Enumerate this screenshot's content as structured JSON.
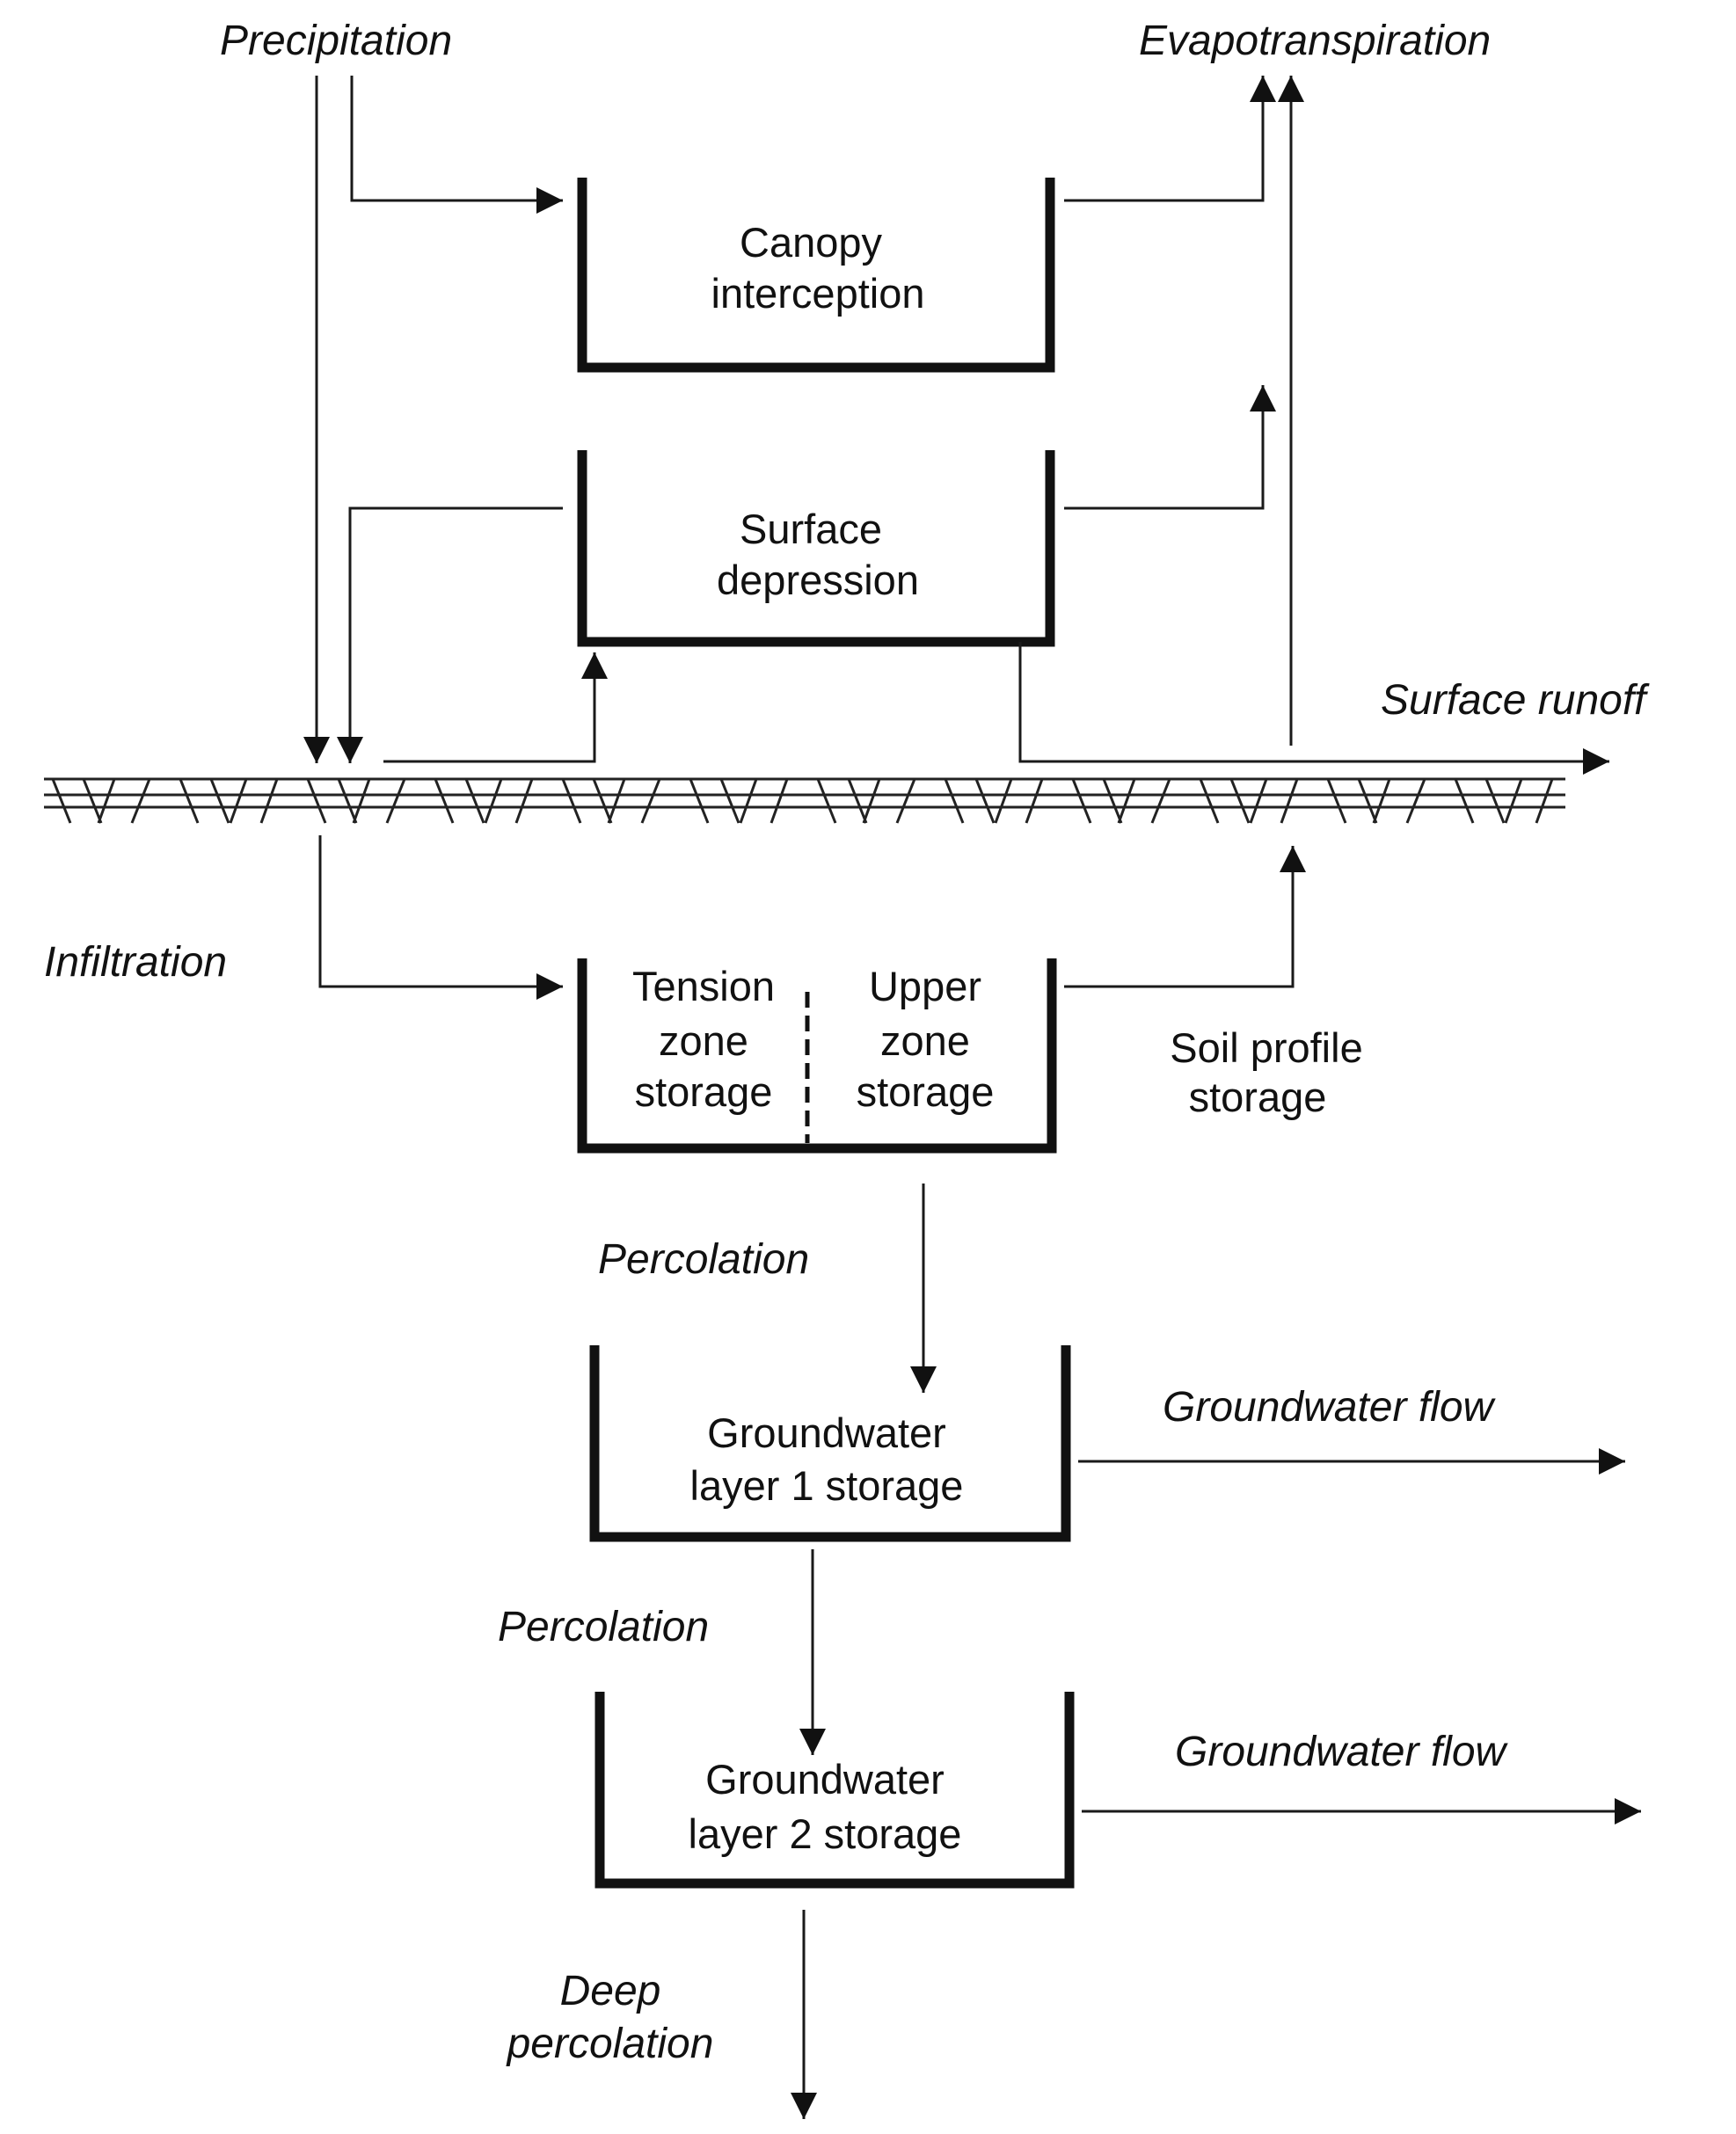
{
  "labels": {
    "precipitation": "Precipitation",
    "evapotranspiration": "Evapotranspiration",
    "surface_runoff": "Surface runoff",
    "infiltration": "Infiltration",
    "percolation_1": "Percolation",
    "percolation_2": "Percolation",
    "groundwater_flow_1": "Groundwater flow",
    "groundwater_flow_2": "Groundwater flow",
    "deep_percolation": [
      "Deep",
      "percolation"
    ],
    "soil_profile_storage": [
      "Soil profile",
      "storage"
    ]
  },
  "stores": {
    "canopy": [
      "Canopy",
      "interception"
    ],
    "surface_depression": [
      "Surface",
      "depression"
    ],
    "tension_zone": [
      "Tension",
      "zone",
      "storage"
    ],
    "upper_zone": [
      "Upper",
      "zone",
      "storage"
    ],
    "gw_layer1": [
      "Groundwater",
      "layer 1 storage"
    ],
    "gw_layer2": [
      "Groundwater",
      "layer 2 storage"
    ]
  }
}
